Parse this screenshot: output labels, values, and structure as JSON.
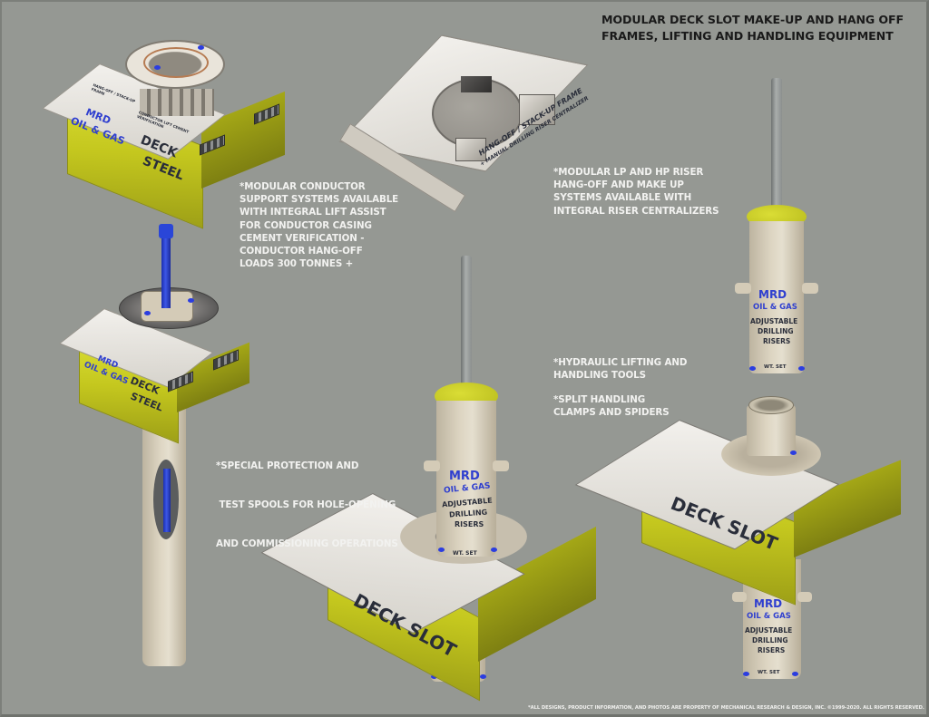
{
  "header": {
    "title_line_1": "MODULAR DECK SLOT MAKE-UP AND HANG OFF",
    "title_line_2": "FRAMES, LIFTING AND HANDLING EQUIPMENT"
  },
  "callouts": {
    "conductor_support": [
      "*MODULAR CONDUCTOR",
      "SUPPORT SYSTEMS AVAILABLE",
      "WITH INTEGRAL LIFT ASSIST",
      "FOR CONDUCTOR CASING",
      "CEMENT VERIFICATION -",
      "CONDUCTOR HANG-OFF",
      "LOADS 300 TONNES +"
    ],
    "riser_hangoff": [
      "*MODULAR LP AND HP RISER",
      "HANG-OFF AND MAKE UP",
      "SYSTEMS AVAILABLE WITH",
      "INTEGRAL RISER CENTRALIZERS"
    ],
    "hydraulic_tools": [
      "*HYDRAULIC LIFTING AND",
      "HANDLING TOOLS"
    ],
    "split_clamps": [
      "*SPLIT HANDLING",
      "CLAMPS AND SPIDERS"
    ],
    "test_spools": [
      "*SPECIAL PROTECTION AND",
      " TEST SPOOLS FOR HOLE-OPENING",
      "AND COMMISSIONING OPERATIONS"
    ]
  },
  "equipment": {
    "deck_steel_top": {
      "brand_line_1": "MRD",
      "brand_line_2": "OIL & GAS",
      "label_line_1": "DECK",
      "label_line_2": "STEEL",
      "plate_label_1": "HANG-OFF / STACK-UP FRAME",
      "plate_label_2": "CONDUCTOR LIFT CEMENT VERIFICATION"
    },
    "hangoff_frame": {
      "label_line_1": "HANG-OFF / STACK-UP FRAME",
      "label_line_2": "+ MANUAL DRILLING RISER CENTRALIZER"
    },
    "deck_steel_spool": {
      "brand_line_1": "MRD",
      "brand_line_2": "OIL & GAS",
      "label_line_1": "DECK",
      "label_line_2": "STEEL"
    },
    "riser_standalone": {
      "brand_line_1": "MRD",
      "brand_line_2": "OIL & GAS",
      "product_line_1": "ADJUSTABLE",
      "product_line_2": "DRILLING",
      "product_line_3": "RISERS",
      "base_label": "WT. SET"
    },
    "deck_slot_center": {
      "brand_line_1": "MRD",
      "brand_line_2": "OIL & GAS",
      "product_line_1": "ADJUSTABLE",
      "product_line_2": "DRILLING",
      "product_line_3": "RISERS",
      "base_label": "WT. SET",
      "bottom_label": "WT. SET",
      "slot_label": "DECK SLOT"
    },
    "deck_slot_right": {
      "slot_label": "DECK SLOT",
      "brand_line_1": "MRD",
      "brand_line_2": "OIL & GAS",
      "product_line_1": "ADJUSTABLE",
      "product_line_2": "DRILLING",
      "product_line_3": "RISERS",
      "base_label": "WT. SET"
    }
  },
  "colors": {
    "background": "#959893",
    "deck_yellow": "#c4c71e",
    "brand_blue": "#2f3fcf",
    "riser_beige": "#d4cbb7",
    "callout_text": "#f2f2f0",
    "title_text": "#1a1a1a"
  },
  "footer": {
    "copyright": "*ALL DESIGNS, PRODUCT INFORMATION, AND PHOTOS ARE PROPERTY OF MECHANICAL RESEARCH & DESIGN, INC. ©1999-2020.  ALL RIGHTS RESERVED."
  }
}
